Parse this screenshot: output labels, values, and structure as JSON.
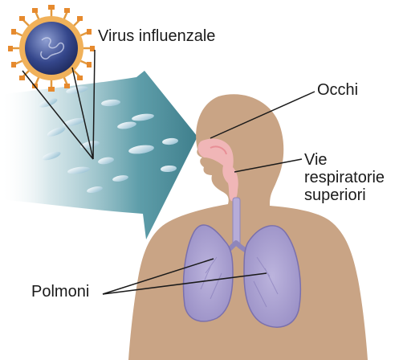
{
  "labels": {
    "virus": "Virus influenzale",
    "eyes": "Occhi",
    "upper_airways_line1": "Vie",
    "upper_airways_line2": "respiratorie",
    "upper_airways_line3": "superiori",
    "lungs": "Polmoni"
  },
  "colors": {
    "arrow": "#4d8f9b",
    "body_skin": "#c9a485",
    "lungs": "#a9a0cf",
    "upper_airways": "#f2b7b9",
    "virus_core": "#2f3f80",
    "virus_ring": "#e9a348",
    "droplets": "#9fc6d8"
  },
  "icons": {
    "virus": "virus-particle-icon",
    "droplets": "droplet-icon"
  }
}
